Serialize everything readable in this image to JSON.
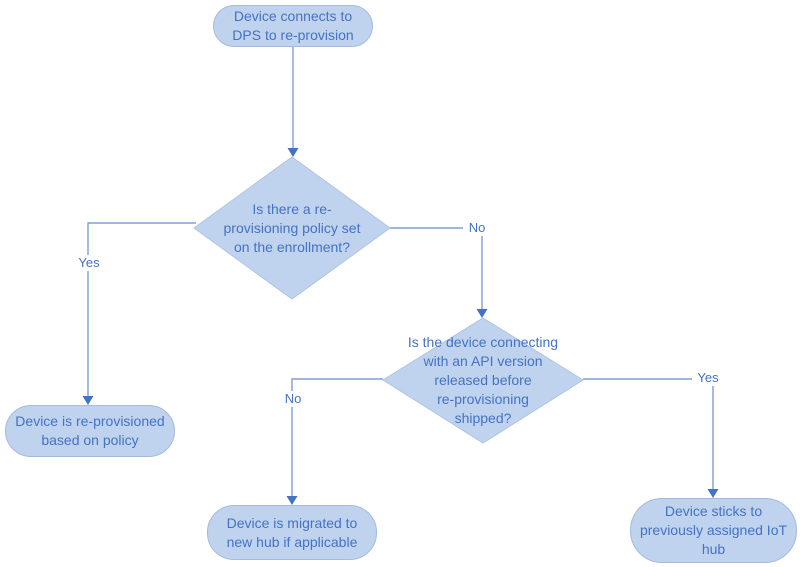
{
  "flowchart": {
    "nodes": {
      "start": {
        "type": "terminator",
        "label": "Device connects to\nDPS to re-provision"
      },
      "decision_policy": {
        "type": "decision",
        "label": "Is there a re-\nprovisioning policy set\non the enrollment?"
      },
      "reprovisioned": {
        "type": "terminator",
        "label": "Device is re-provisioned\nbased on policy"
      },
      "decision_api": {
        "type": "decision",
        "label": "Is the device connecting\nwith an API version\nreleased before\nre-provisioning\nshipped?"
      },
      "migrated": {
        "type": "terminator",
        "label": "Device is migrated to\nnew hub if applicable"
      },
      "sticks": {
        "type": "terminator",
        "label": "Device sticks to\npreviously assigned IoT\nhub"
      }
    },
    "edges": [
      {
        "from": "start",
        "to": "decision_policy",
        "label": ""
      },
      {
        "from": "decision_policy",
        "to": "reprovisioned",
        "label": "Yes"
      },
      {
        "from": "decision_policy",
        "to": "decision_api",
        "label": "No"
      },
      {
        "from": "decision_api",
        "to": "migrated",
        "label": "No"
      },
      {
        "from": "decision_api",
        "to": "sticks",
        "label": "Yes"
      }
    ],
    "colors": {
      "node_fill": "#c0d3ee",
      "node_border": "#a4badc",
      "text": "#4472c4",
      "connector_line": "#7f9dd6",
      "arrowhead": "#4472c4",
      "background": "#ffffff"
    }
  }
}
